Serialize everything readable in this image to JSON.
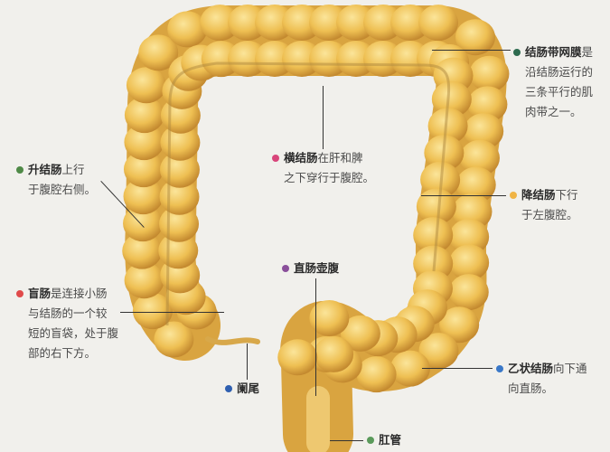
{
  "colors": {
    "tissue": "#e8b84a",
    "tissue_light": "#f7dc7a",
    "tissue_dark": "#b9822a",
    "background": "#f1f0ec"
  },
  "labels": {
    "taenia": {
      "title": "结肠带网膜",
      "lines": [
        "是",
        "沿结肠运行的",
        "三条平行的肌",
        "肉带之一。"
      ],
      "dot": "#2e6b4f"
    },
    "transverse": {
      "title": "横结肠",
      "lines": [
        "在肝和脾",
        "之下穿行于腹腔。"
      ],
      "dot": "#d8457a"
    },
    "ascending": {
      "title": "升结肠",
      "lines": [
        "上行",
        "于腹腔右侧。"
      ],
      "dot": "#4f8a47"
    },
    "descending": {
      "title": "降结肠",
      "lines": [
        "下行",
        "于左腹腔。"
      ],
      "dot": "#f0b445"
    },
    "ampulla": {
      "title": "直肠壶腹",
      "dot": "#8a4f9a"
    },
    "cecum": {
      "title": "盲肠",
      "lines": [
        "是连接小肠",
        "与结肠的一个较",
        "短的盲袋，处于腹",
        "部的右下方。"
      ],
      "dot": "#e04a4a"
    },
    "appendix": {
      "title": "阑尾",
      "dot": "#2f5fb0"
    },
    "sigmoid": {
      "title": "乙状结肠",
      "lines": [
        "向下通",
        "向直肠。"
      ],
      "dot": "#3a78c8"
    },
    "anal": {
      "title": "肛管",
      "dot": "#5a9a5a"
    }
  }
}
